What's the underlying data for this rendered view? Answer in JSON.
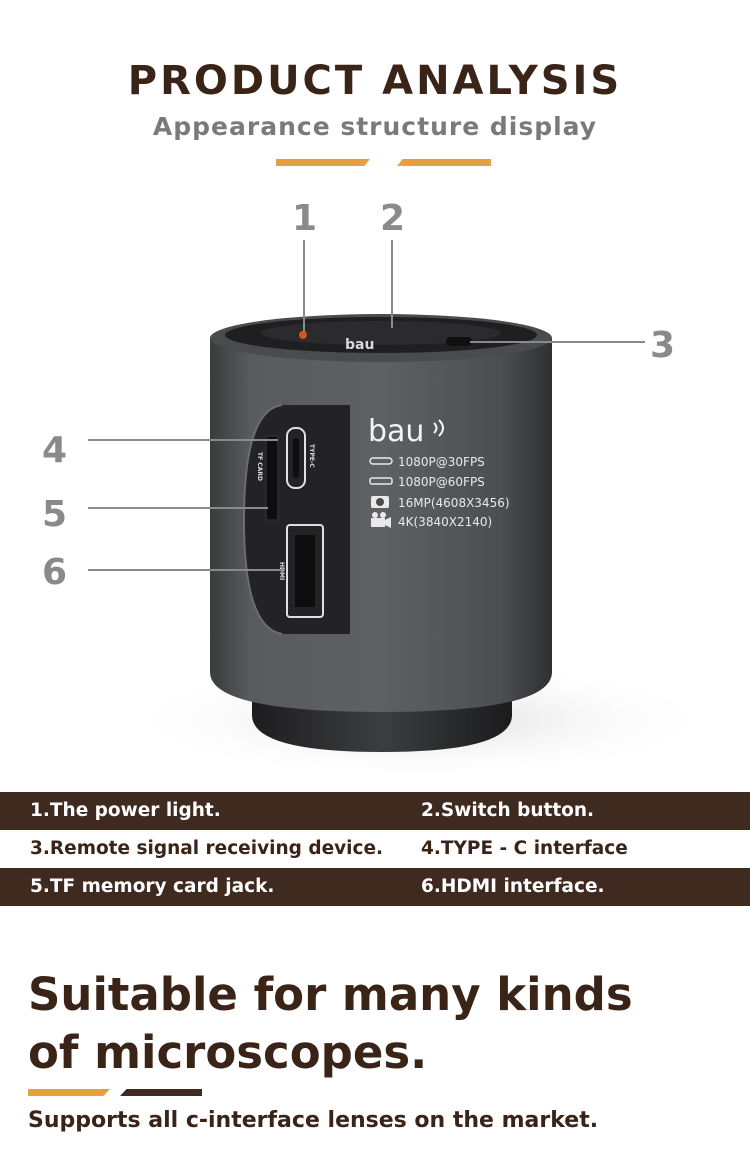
{
  "header": {
    "title": "PRODUCT ANALYSIS",
    "subtitle": "Appearance structure display",
    "accent_colors": [
      "#e3a23f",
      "#e3a23f"
    ]
  },
  "callouts": [
    "1",
    "2",
    "3",
    "4",
    "5",
    "6"
  ],
  "camera": {
    "logo": "bau",
    "port_labels": {
      "type_c": "TYPE-C",
      "tf_card": "TF CARD",
      "hdmi": "HDMI"
    },
    "specs": [
      {
        "icon": "hdmi-port-icon",
        "text": "1080P@30FPS"
      },
      {
        "icon": "usb-port-icon",
        "text": "1080P@60FPS"
      },
      {
        "icon": "camera-icon",
        "text": "16MP(4608X3456)"
      },
      {
        "icon": "video-camera-icon",
        "text": "4K(3840X2140)"
      }
    ]
  },
  "features": [
    {
      "left": "1.The power light.",
      "right": "2.Switch button."
    },
    {
      "left": "3.Remote signal receiving device.",
      "right": "4.TYPE - C interface"
    },
    {
      "left": "5.TF memory card jack.",
      "right": "6.HDMI interface."
    }
  ],
  "headline": {
    "line1": "Suitable for many kinds",
    "line2": "of microscopes.",
    "tagline": "Supports all c-interface lenses on the market.",
    "bar_colors": [
      "#e3a23f",
      "#3f2a20"
    ]
  },
  "colors": {
    "brand_brown": "#3f2a20",
    "accent_orange": "#e3a23f",
    "callout_gray": "#8a8a8a"
  }
}
